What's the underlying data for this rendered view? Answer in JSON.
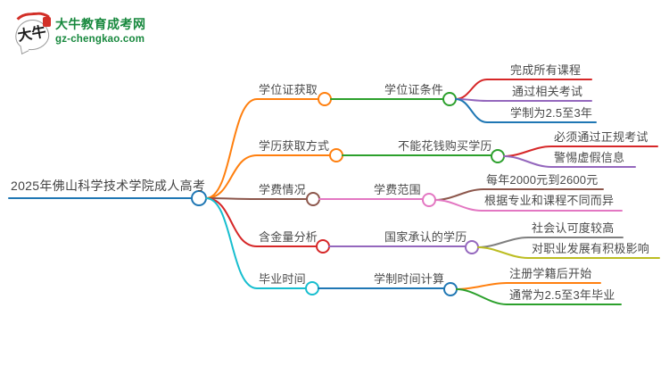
{
  "logo": {
    "title": "大牛教育成考网",
    "url": "gz-chengkao.com",
    "icon_chars": "大牛",
    "brand_green": "#17883d",
    "accent_red": "#d22f27"
  },
  "palette": {
    "blue": "#1f77b4",
    "orange": "#ff7f0e",
    "green": "#2ca02c",
    "red": "#d62728",
    "purple": "#9467bd",
    "brown": "#8c564b",
    "pink": "#e377c2",
    "gray": "#7f7f7f",
    "olive": "#bcbd22",
    "cyan": "#17becf"
  },
  "mindmap": {
    "root": {
      "label": "2025年佛山科学技术学院成人高考",
      "color": "#1f77b4"
    },
    "branches": [
      {
        "label": "学位证获取",
        "color": "#ff7f0e",
        "children": [
          {
            "label": "学位证条件",
            "color": "#2ca02c",
            "children": [
              {
                "label": "完成所有课程",
                "color": "#d62728"
              },
              {
                "label": "通过相关考试",
                "color": "#9467bd"
              },
              {
                "label": "学制为2.5至3年",
                "color": "#1f77b4"
              }
            ]
          }
        ]
      },
      {
        "label": "学历获取方式",
        "color": "#ff7f0e",
        "children": [
          {
            "label": "不能花钱购买学历",
            "color": "#2ca02c",
            "children": [
              {
                "label": "必须通过正规考试",
                "color": "#d62728"
              },
              {
                "label": "警惕虚假信息",
                "color": "#9467bd"
              }
            ]
          }
        ]
      },
      {
        "label": "学费情况",
        "color": "#8c564b",
        "children": [
          {
            "label": "学费范围",
            "color": "#e377c2",
            "children": [
              {
                "label": "每年2000元到2600元",
                "color": "#8c564b"
              },
              {
                "label": "根据专业和课程不同而异",
                "color": "#e377c2"
              }
            ]
          }
        ]
      },
      {
        "label": "含金量分析",
        "color": "#d62728",
        "children": [
          {
            "label": "国家承认的学历",
            "color": "#9467bd",
            "children": [
              {
                "label": "社会认可度较高",
                "color": "#7f7f7f"
              },
              {
                "label": "对职业发展有积极影响",
                "color": "#bcbd22"
              }
            ]
          }
        ]
      },
      {
        "label": "毕业时间",
        "color": "#17becf",
        "children": [
          {
            "label": "学制时间计算",
            "color": "#1f77b4",
            "children": [
              {
                "label": "注册学籍后开始",
                "color": "#ff7f0e"
              },
              {
                "label": "通常为2.5至3年毕业",
                "color": "#2ca02c"
              }
            ]
          }
        ]
      }
    ]
  }
}
